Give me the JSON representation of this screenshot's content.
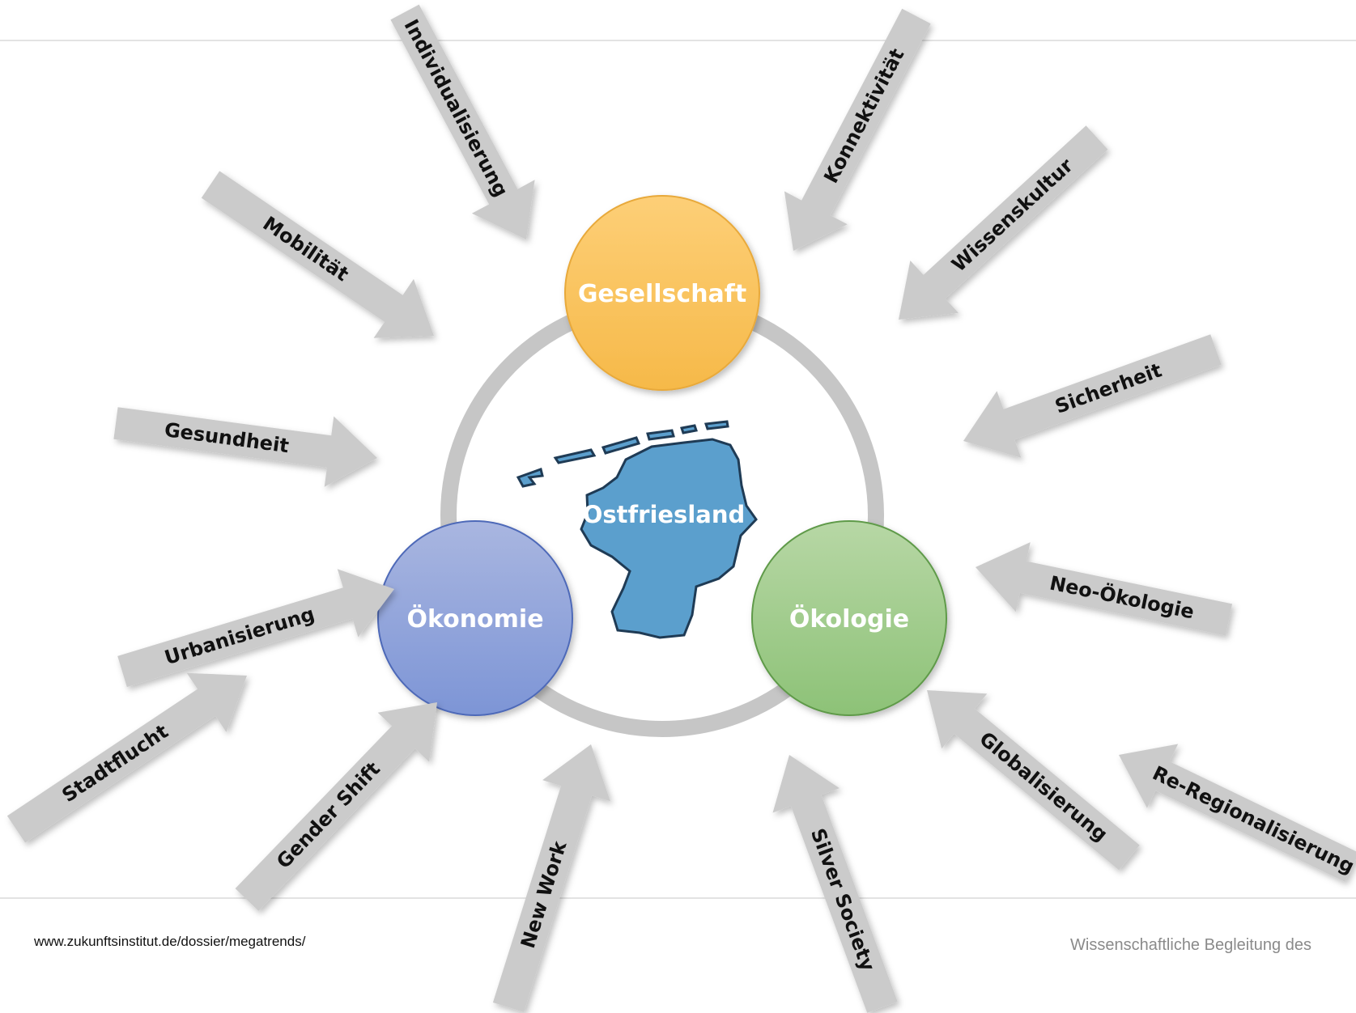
{
  "footer": {
    "source_url": "www.zukunftsinstitut.de/dossier/megatrends/",
    "right_text": "Wissenschaftliche Begleitung des"
  },
  "center": {
    "label": "Ostfriesland",
    "map_color": "#5b9fcd"
  },
  "circles": [
    {
      "id": "gesellschaft",
      "label": "Gesellschaft",
      "color": "#fcc25a"
    },
    {
      "id": "oekonomie",
      "label": "Ökonomie",
      "color": "#8fa3da"
    },
    {
      "id": "oekologie",
      "label": "Ökologie",
      "color": "#9ccc85"
    }
  ],
  "megatrends": [
    {
      "id": "individualisierung",
      "label": "Individualisierung"
    },
    {
      "id": "konnektivitaet",
      "label": "Konnektivität"
    },
    {
      "id": "wissenskultur",
      "label": "Wissenskultur"
    },
    {
      "id": "mobilitaet",
      "label": "Mobilität"
    },
    {
      "id": "sicherheit",
      "label": "Sicherheit"
    },
    {
      "id": "gesundheit",
      "label": "Gesundheit"
    },
    {
      "id": "neo-oekologie",
      "label": "Neo-Ökologie"
    },
    {
      "id": "urbanisierung",
      "label": "Urbanisierung"
    },
    {
      "id": "stadtflucht",
      "label": "Stadtflucht"
    },
    {
      "id": "gender-shift",
      "label": "Gender Shift"
    },
    {
      "id": "new-work",
      "label": "New Work"
    },
    {
      "id": "silver-society",
      "label": "Silver Society"
    },
    {
      "id": "globalisierung",
      "label": "Globalisierung"
    },
    {
      "id": "re-regionalisierung",
      "label": "Re-Regionalisierung"
    }
  ]
}
